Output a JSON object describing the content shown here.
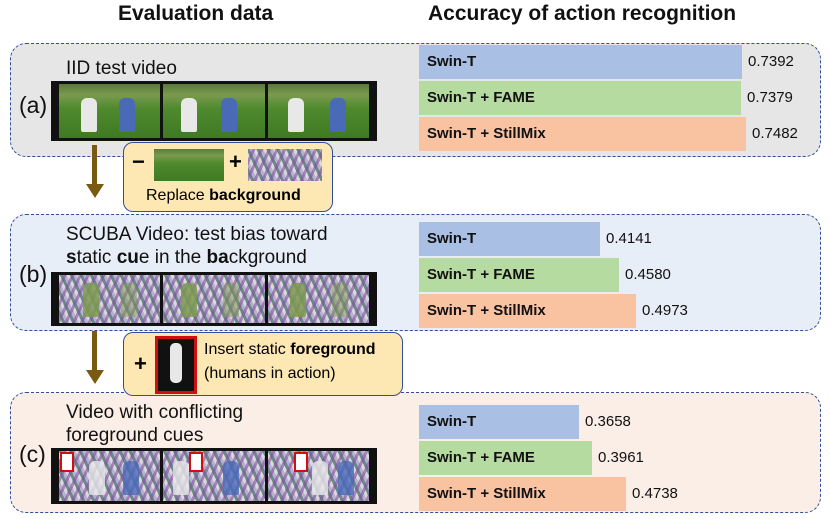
{
  "headers": {
    "left": "Evaluation data",
    "right": "Accuracy of action recognition"
  },
  "colors": {
    "swin_t": "#a9bfe3",
    "fame": "#b6dba0",
    "stillmix": "#f9c3a2",
    "panel_a_bg": "#e6e6e6",
    "panel_b_bg": "#e8eef8",
    "panel_c_bg": "#fbeee6",
    "callout_bg": "#fde8b4"
  },
  "panels": [
    {
      "label": "(a)",
      "title_lines": [
        "IID test video"
      ],
      "frame_style": "golf",
      "bars": [
        {
          "name": "Swin-T",
          "value": 0.7392,
          "value_text": "0.7392"
        },
        {
          "name": "Swin-T + FAME",
          "value": 0.7379,
          "value_text": "0.7379"
        },
        {
          "name": "Swin-T + StillMix",
          "value": 0.7482,
          "value_text": "0.7482"
        }
      ]
    },
    {
      "label": "(b)",
      "title_lines": [
        "SCUBA Video: test bias toward",
        "static cue in the background"
      ],
      "frame_style": "pattern",
      "bars": [
        {
          "name": "Swin-T",
          "value": 0.4141,
          "value_text": "0.4141"
        },
        {
          "name": "Swin-T + FAME",
          "value": 0.458,
          "value_text": "0.4580"
        },
        {
          "name": "Swin-T + StillMix",
          "value": 0.4973,
          "value_text": "0.4973"
        }
      ]
    },
    {
      "label": "(c)",
      "title_lines": [
        "Video with conflicting",
        "foreground cues"
      ],
      "frame_style": "pattern",
      "bars": [
        {
          "name": "Swin-T",
          "value": 0.3658,
          "value_text": "0.3658"
        },
        {
          "name": "Swin-T + FAME",
          "value": 0.3961,
          "value_text": "0.3961"
        },
        {
          "name": "Swin-T + StillMix",
          "value": 0.4738,
          "value_text": "0.4738"
        }
      ]
    }
  ],
  "callouts": {
    "replace": {
      "minus": "−",
      "plus": "+",
      "text_prefix": "Replace ",
      "text_bold": "background"
    },
    "insert": {
      "plus": "+",
      "line1_prefix": "Insert static ",
      "line1_bold": "foreground",
      "line2": "(humans in action)"
    }
  },
  "scuba_title_rich": {
    "s": "s",
    "tatic": "tatic ",
    "cu": "cu",
    "e_in_the": "e in the ",
    "ba": "ba",
    "ckground": "ckground",
    "line1": "SCUBA Video: test bias toward"
  }
}
